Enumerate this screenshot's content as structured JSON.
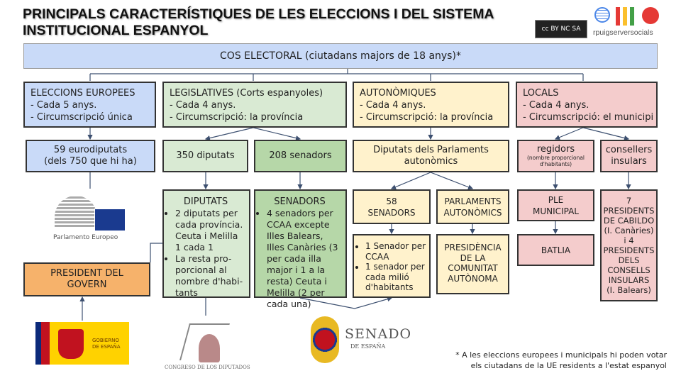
{
  "title": {
    "line1": "PRINCIPALS CARACTERÍSTIQUES DE LES ELECCIONS I DEL SISTEMA",
    "line2": "INSTITUCIONAL ESPANYOL"
  },
  "logos": {
    "cc": "cc BY NC SA",
    "brand": "rpuigserversocials",
    "parlamento": "Parlamento Europeo",
    "gobierno": "GOBIERNO DE ESPAÑA",
    "congreso": "CONGRESO DE LOS DIPUTADOS",
    "senado": "SENADO",
    "senado_sub": "DE ESPAÑA"
  },
  "electorate": "COS ELECTORAL (ciutadans majors de 18 anys)*",
  "elections": [
    {
      "title": "ELECCIONS EUROPEES",
      "items": [
        "- Cada 5 anys.",
        "- Circumscripció única"
      ]
    },
    {
      "title": "LEGISLATIVES (Corts espanyoles)",
      "items": [
        "- Cada 4 anys.",
        "- Circumscripció: la província"
      ]
    },
    {
      "title": "AUTONÒMIQUES",
      "items": [
        "- Cada 4 anys.",
        "- Circumscripció: la província"
      ]
    },
    {
      "title": "LOCALS",
      "items": [
        "- Cada 4 anys.",
        "- Circumscripció: el municipi"
      ]
    }
  ],
  "bodies": {
    "eurodiputats": {
      "line1": "59 eurodiputats",
      "line2": "(dels 750 que hi ha)"
    },
    "diputats": "350 diputats",
    "senadors": "208 senadors",
    "parlaments": "Diputats dels Parlaments autonòmics",
    "regidors": "regidors",
    "regidors_note": "(nombre proporcional d'habitants)",
    "consellers": "consellers insulars"
  },
  "details": {
    "diputats": {
      "title": "DIPUTATS",
      "items": [
        "2 diputats per cada província. Ceuta i Melilla 1 cada 1",
        "La resta pro-porcional al nombre d'habi-tants"
      ]
    },
    "senadors": {
      "title": "SENADORS",
      "items": [
        "4 senadors per CCAA excepte Illes Balears, Illes Canàries (3 per cada illa major i 1 a la resta) Ceuta i Melilla (2 per cada una)"
      ]
    },
    "senadors58": "58 SENADORS",
    "senadors58_items": [
      "1 Senador per CCAA",
      "1 senador per cada milió d'habitants"
    ],
    "parlaments_aut": "PARLAMENTS AUTONÒMICS",
    "presidencia": "PRESIDÈNCIA DE LA COMUNITAT AUTÒNOMA",
    "ple": "PLE MUNICIPAL",
    "batlia": "BATLIA",
    "presidents": "7 PRESIDENTS DE CABILDO (I. Canàries) i 4 PRESIDENTS DELS CONSELLS INSULARS (I. Balears)",
    "president_govern": "PRESIDENT DEL GOVERN"
  },
  "footnote": {
    "line1": "* A les eleccions europees i municipals hi poden votar",
    "line2": "els ciutadans de la UE residents a l'estat espanyol"
  }
}
